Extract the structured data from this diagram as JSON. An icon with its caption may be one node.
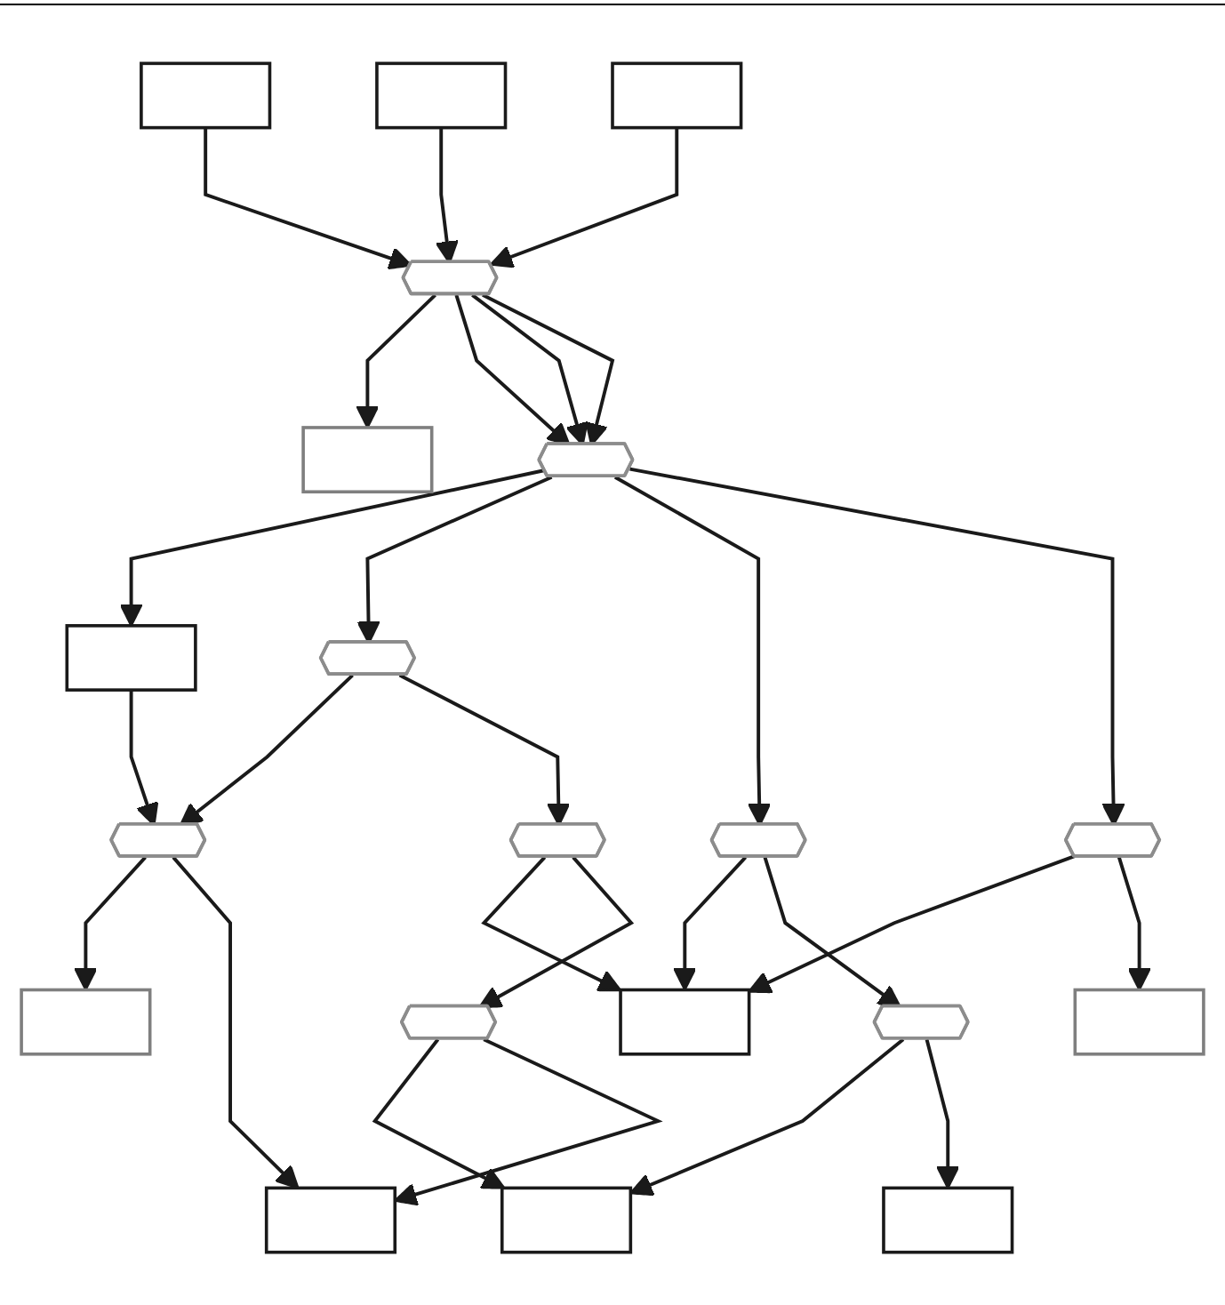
{
  "diagram": {
    "nodes": [
      {
        "text": [],
        "shape": "box"
      },
      {
        "text": [],
        "shape": "box"
      },
      {
        "text": [],
        "shape": "box"
      },
      {
        "text": [],
        "shape": "box"
      },
      {
        "text": [],
        "shape": "hexagon"
      },
      {
        "text": [],
        "shape": "box"
      },
      {
        "text": [],
        "shape": "hexagon"
      },
      {
        "text": [],
        "shape": "hexagon"
      },
      {
        "text": [],
        "shape": "hexagon"
      },
      {
        "text": [],
        "shape": "box"
      },
      {
        "text": [],
        "shape": "hexagon"
      },
      {
        "text": [],
        "shape": "hexagon"
      },
      {
        "text": [],
        "shape": "box"
      },
      {
        "text": [],
        "shape": "hexagon"
      },
      {
        "text": [],
        "shape": "hexagon"
      },
      {
        "text": [],
        "shape": "hexagon"
      },
      {
        "text": [],
        "shape": "box"
      },
      {
        "text": [],
        "shape": "box"
      },
      {
        "text": [],
        "shape": "box"
      },
      {
        "text": [],
        "shape": "box"
      }
    ],
    "edges": [
      {
        "from": 0,
        "to": 4,
        "arrow": "to"
      },
      {
        "from": 1,
        "to": 4,
        "arrow": "to"
      },
      {
        "from": 2,
        "to": 4,
        "arrow": "to"
      },
      {
        "from": 4,
        "to": 3,
        "arrow": "to"
      },
      {
        "from": 4,
        "to": 6,
        "arrow": "to"
      },
      {
        "from": 4,
        "to": 6,
        "arrow": "to"
      },
      {
        "from": 4,
        "to": 6,
        "arrow": "to"
      },
      {
        "from": 6,
        "to": 5,
        "arrow": "to"
      },
      {
        "from": 5,
        "to": 7,
        "arrow": "to"
      },
      {
        "from": 6,
        "to": 8,
        "arrow": "to"
      },
      {
        "from": 8,
        "to": 7,
        "arrow": "to"
      },
      {
        "from": 7,
        "to": 9,
        "arrow": "to"
      },
      {
        "from": 7,
        "to": 18,
        "arrow": "to"
      },
      {
        "from": 8,
        "to": 10,
        "arrow": "to"
      },
      {
        "from": 6,
        "to": 11,
        "arrow": "to"
      },
      {
        "from": 6,
        "to": 13,
        "arrow": "to"
      },
      {
        "from": 10,
        "to": 12,
        "arrow": "to"
      },
      {
        "from": 11,
        "to": 12,
        "arrow": "to"
      },
      {
        "from": 13,
        "to": 12,
        "arrow": "to"
      },
      {
        "from": 10,
        "to": 14,
        "arrow": "to"
      },
      {
        "from": 11,
        "to": 15,
        "arrow": "to"
      },
      {
        "from": 13,
        "to": 17,
        "arrow": "to"
      },
      {
        "from": 14,
        "to": 16,
        "arrow": "to"
      },
      {
        "from": 15,
        "to": 16,
        "arrow": "to"
      },
      {
        "from": 14,
        "to": 18,
        "arrow": "to"
      },
      {
        "from": 15,
        "to": 19,
        "arrow": "to"
      }
    ]
  }
}
